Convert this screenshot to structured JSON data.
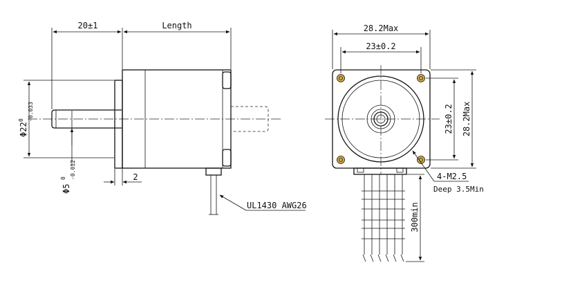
{
  "side_view": {
    "shaft_extension": "20±1",
    "body_length": "Length",
    "flange_diameter": "Φ22",
    "flange_tolerance_upper": "0",
    "flange_tolerance_lower": "-0.033",
    "shaft_diameter": "Φ5",
    "shaft_tolerance_upper": "0",
    "shaft_tolerance_lower": "-0.012",
    "flange_thickness": "2",
    "lead_wire_spec": "UL1430 AWG26"
  },
  "front_view": {
    "overall_width": "28.2Max",
    "hole_spacing_horizontal": "23±0.2",
    "hole_spacing_vertical": "23±0.2",
    "overall_height": "28.2Max",
    "mounting_holes": "4-M2.5",
    "hole_depth": "Deep 3.5Min",
    "lead_length": "300min"
  }
}
